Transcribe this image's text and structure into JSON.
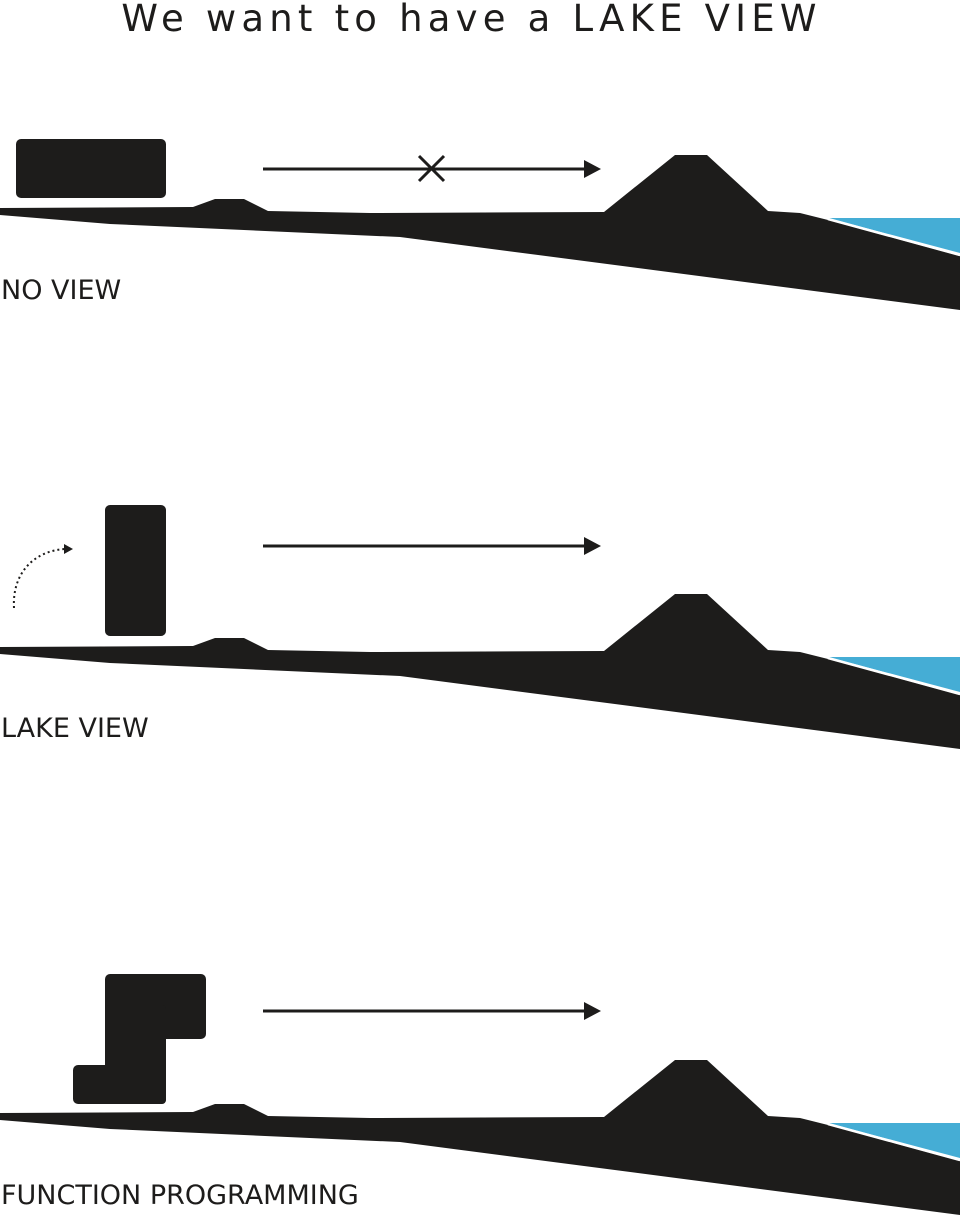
{
  "title": "We want to have a LAKE VIEW",
  "panels": [
    {
      "label": "NO VIEW",
      "building": "low-wide-block",
      "view_blocked": true
    },
    {
      "label": "LAKE VIEW",
      "building": "tall-narrow-block",
      "view_blocked": false,
      "rotation_hint": true
    },
    {
      "label": "FUNCTION PROGRAMMING",
      "building": "stepped-stacked-blocks",
      "view_blocked": false
    }
  ],
  "colors": {
    "ink": "#1d1c1b",
    "lake": "#45add5",
    "background": "#ffffff"
  }
}
